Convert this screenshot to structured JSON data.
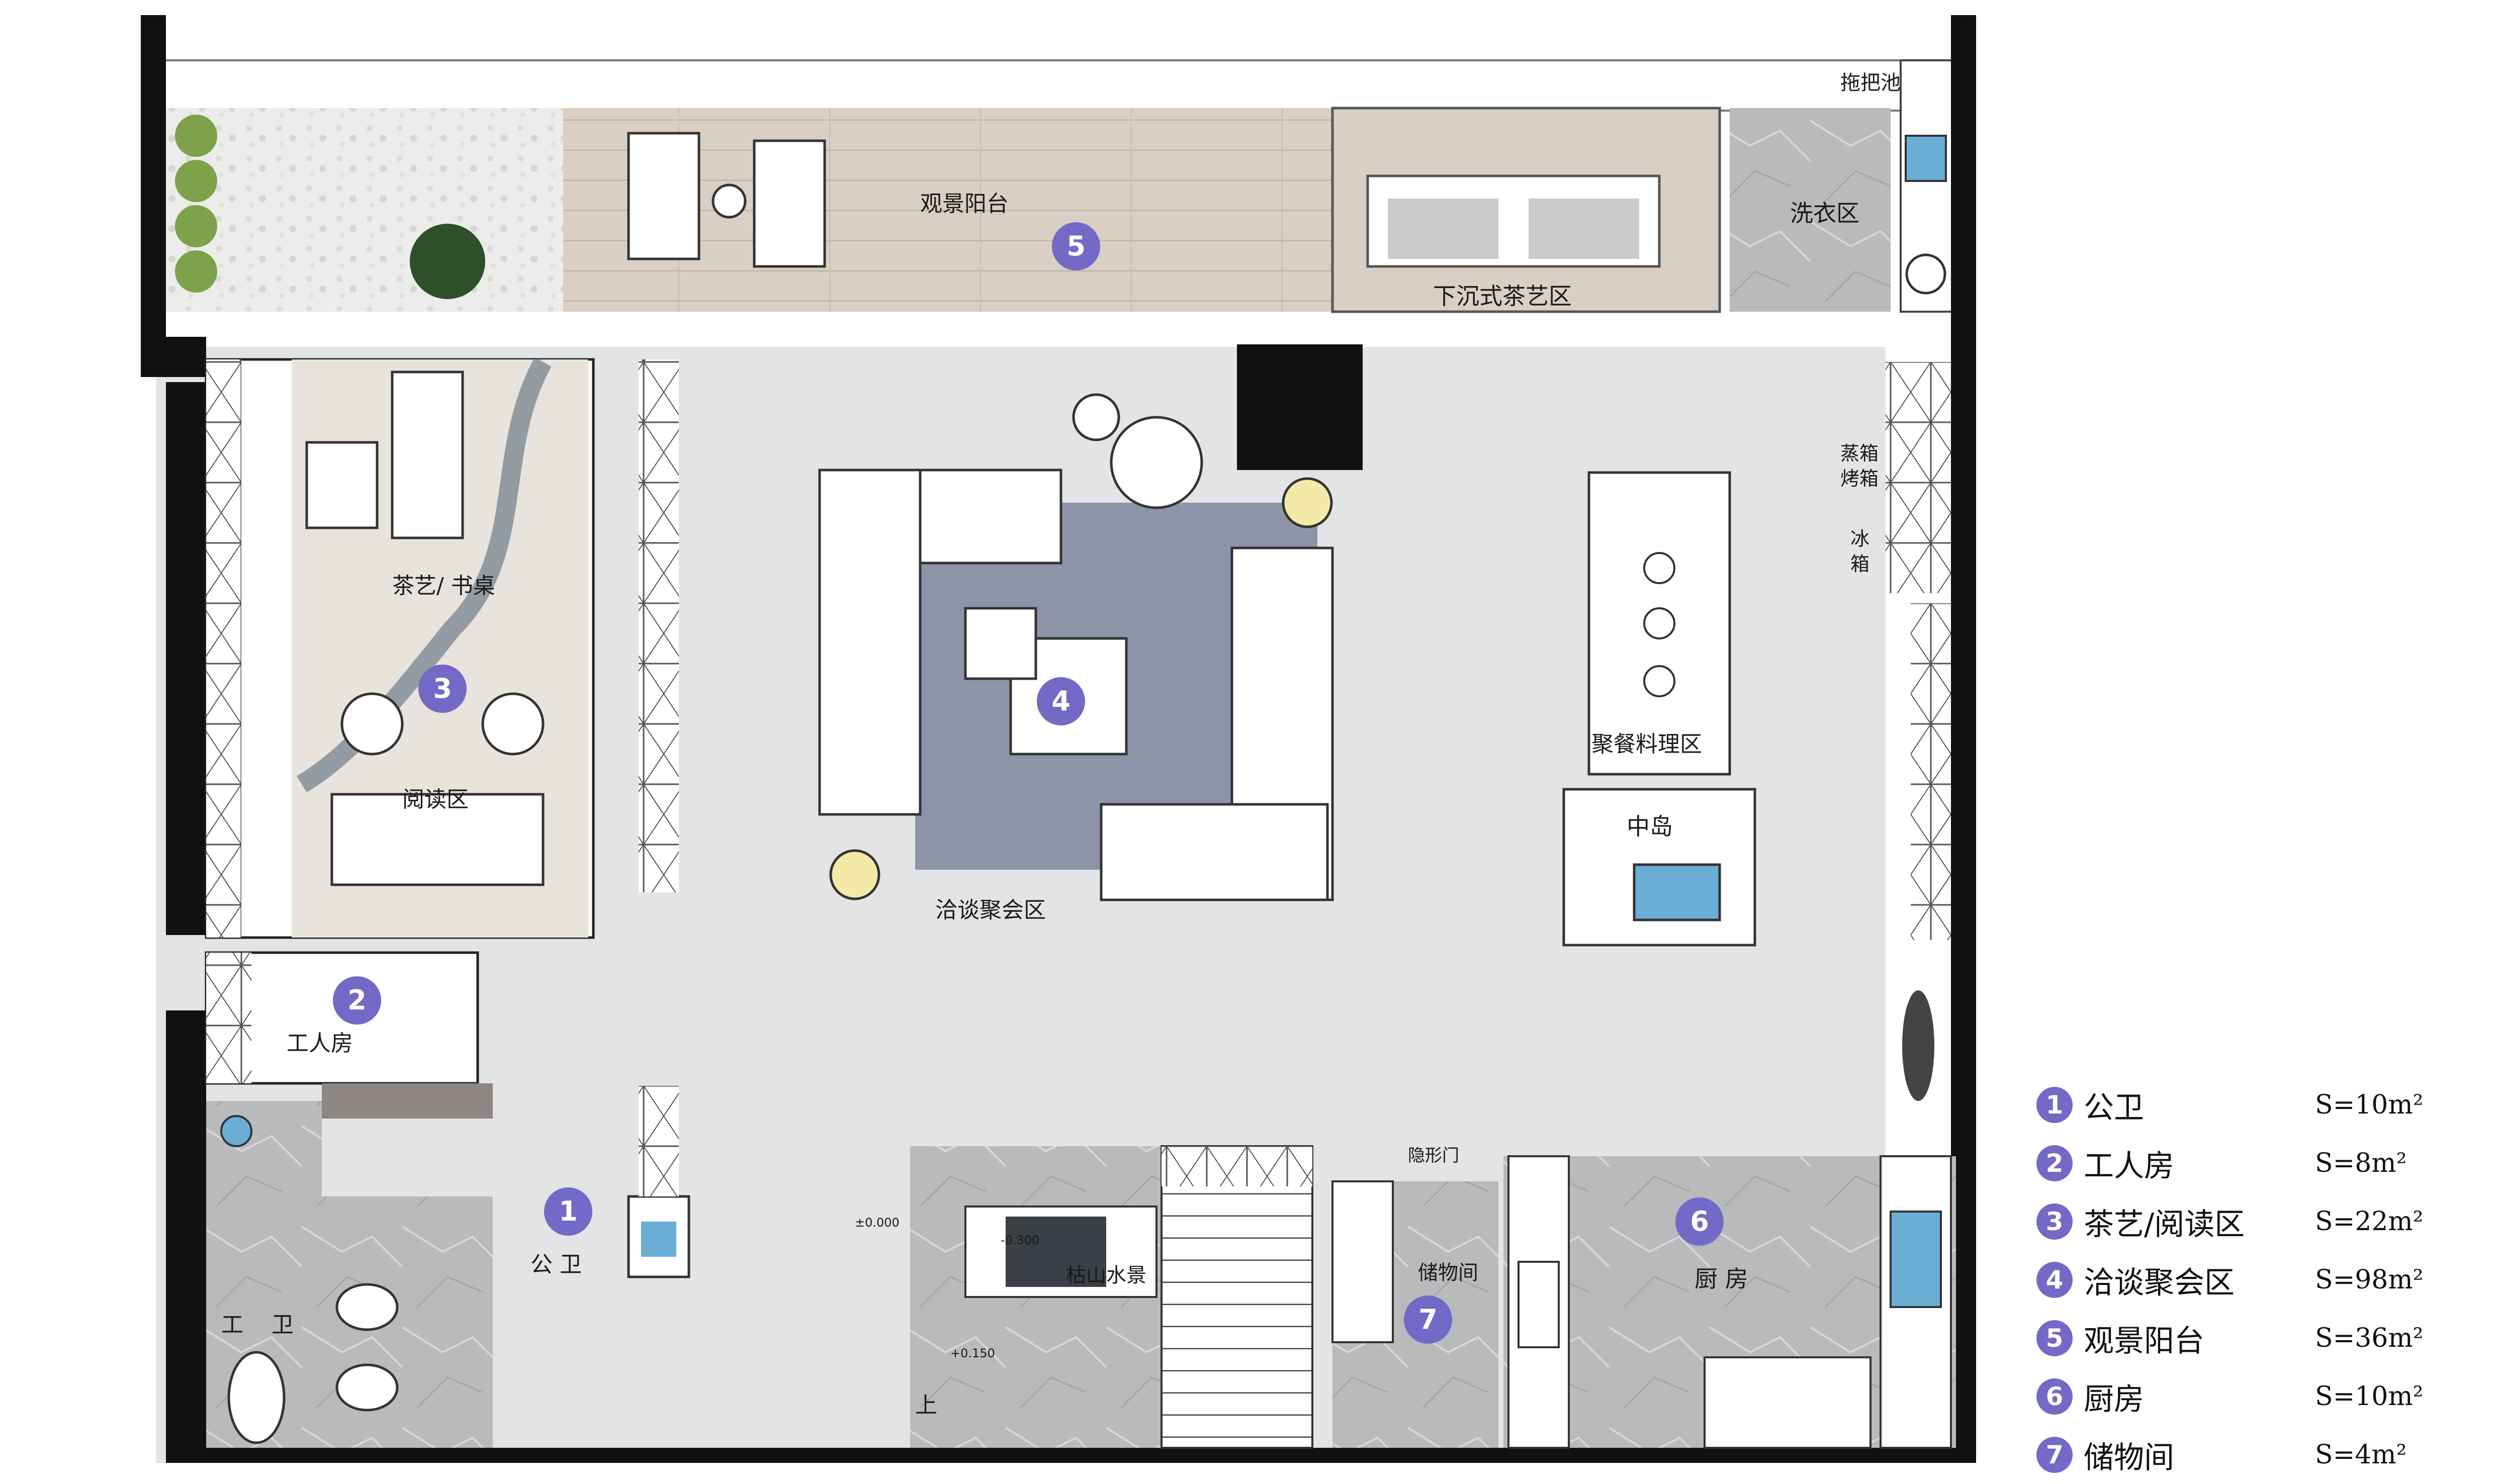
{
  "labels": {
    "mop_sink": "拖把池",
    "laundry": "洗衣区",
    "balcony": "观景阳台",
    "sunken_tea": "下沉式茶艺区",
    "tea_desk": "茶艺/ 书桌",
    "reading": "阅读区",
    "lounge": "洽谈聚会区",
    "dining": "聚餐料理区",
    "island": "中岛",
    "steam_oven": "蒸箱",
    "bake_oven": "烤箱",
    "fridge_1": "冰",
    "fridge_2": "箱",
    "maid_room": "工人房",
    "public_wc": "公 卫",
    "staff_wc_1": "工",
    "staff_wc_2": "卫",
    "storage": "储物间",
    "kitchen": "厨 房",
    "dry_garden": "枯山水景",
    "up": "上",
    "sliding_door": "隐形门",
    "level_1": "±0.000",
    "level_2": "-0.300",
    "level_3": "+0.150"
  },
  "zones": [
    {
      "num": "1",
      "name": "公卫",
      "area": "S=10m²"
    },
    {
      "num": "2",
      "name": "工人房",
      "area": "S=8m²"
    },
    {
      "num": "3",
      "name": "茶艺/阅读区",
      "area": "S=22m²"
    },
    {
      "num": "4",
      "name": "洽谈聚会区",
      "area": "S=98m²"
    },
    {
      "num": "5",
      "name": "观景阳台",
      "area": "S=36m²"
    },
    {
      "num": "6",
      "name": "厨房",
      "area": "S=10m²"
    },
    {
      "num": "7",
      "name": "储物间",
      "area": "S=4m²"
    }
  ],
  "colors": {
    "badge": "#7469c6",
    "wall": "#111111",
    "floor": "#e3e4e6",
    "deck": "#d9cfc4",
    "stone": "#bfc0c2"
  }
}
